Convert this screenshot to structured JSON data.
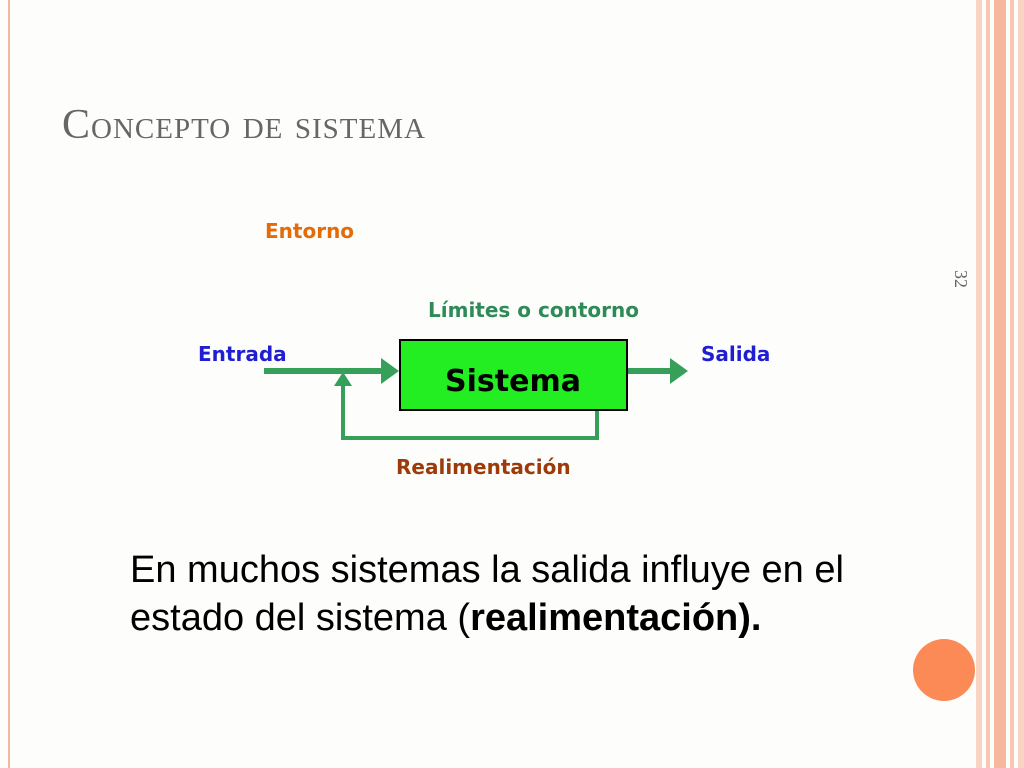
{
  "slide": {
    "title": "Concepto de sistema",
    "page_number": "32",
    "body": {
      "text_before": "En muchos sistemas la salida influye en el estado del sistema (",
      "text_bold": "realimentación).",
      "text_after": ""
    }
  },
  "diagram": {
    "environment_label": "Entorno",
    "boundary_label": "Límites o contorno",
    "input_label": "Entrada",
    "output_label": "Salida",
    "system_label": "Sistema",
    "feedback_label": "Realimentación"
  },
  "colors": {
    "environment": "#e36c09",
    "boundary": "#2e8b57",
    "input_output": "#1f1fd1",
    "feedback": "#9c3b09",
    "system_fill": "#22ee22",
    "arrow": "#36a05a",
    "accent_circle": "#fb8a57",
    "stripes": [
      "#f7c7b4",
      "#f9d3c4",
      "#f6b79d"
    ]
  }
}
